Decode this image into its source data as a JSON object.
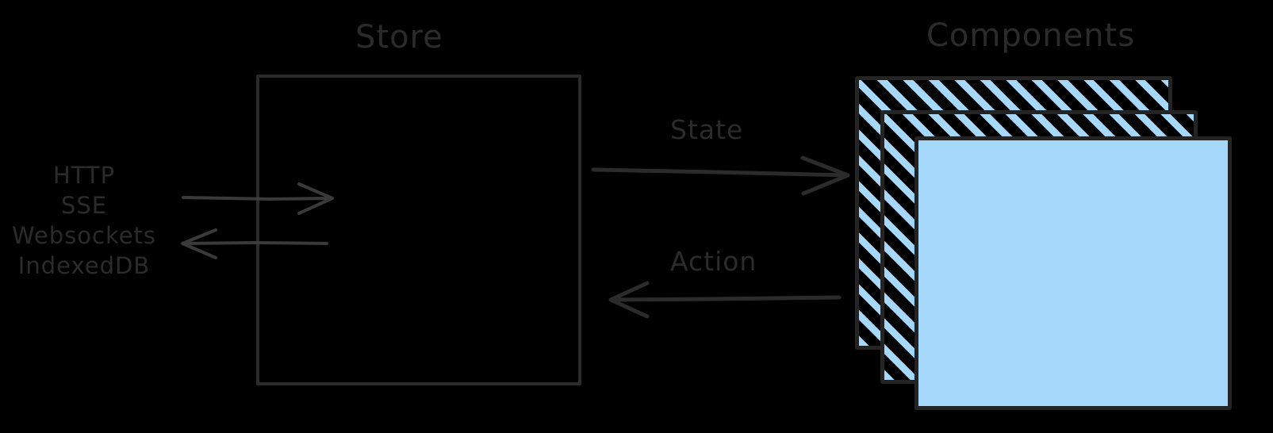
{
  "diagram": {
    "title_left": "Store",
    "title_right": "Components",
    "background_color": "#000000",
    "ink_color": "#2b2b2b",
    "accent_color": "#a5d8fb",
    "style": "hand-drawn sketch"
  },
  "store": {
    "label": "Store",
    "box_name": "store-box"
  },
  "protocols": {
    "items": [
      {
        "label": "HTTP"
      },
      {
        "label": "SSE"
      },
      {
        "label": "Websockets"
      },
      {
        "label": "IndexedDB"
      }
    ]
  },
  "flows": {
    "state": {
      "label": "State",
      "direction": "store-to-components"
    },
    "action": {
      "label": "Action",
      "direction": "components-to-store"
    },
    "inbound": {
      "direction": "external-to-store"
    },
    "outbound": {
      "direction": "store-to-external"
    }
  },
  "components": {
    "label": "Components",
    "cards": [
      {
        "name": "card-back",
        "fill": "hatched"
      },
      {
        "name": "card-middle",
        "fill": "hatched"
      },
      {
        "name": "card-front",
        "fill": "solid"
      }
    ]
  }
}
